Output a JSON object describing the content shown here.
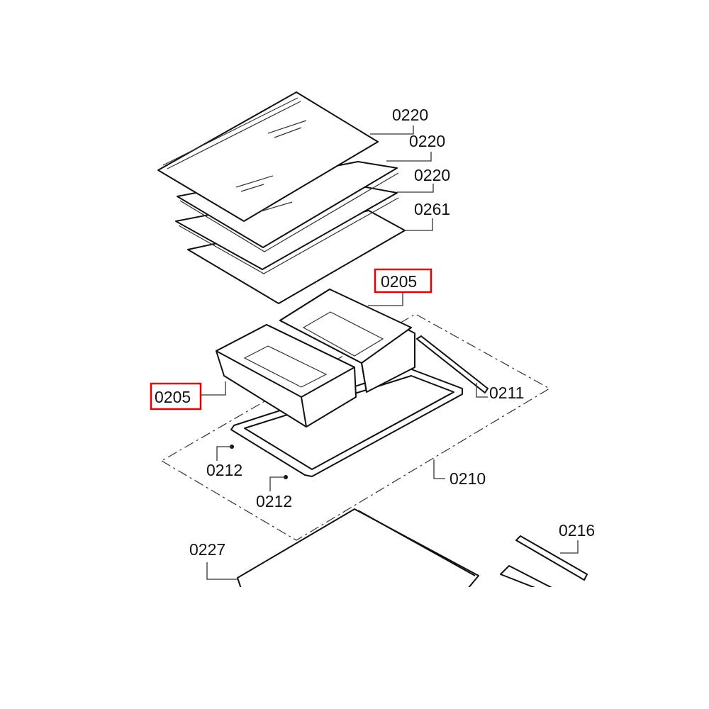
{
  "diagram": {
    "title": "Refrigerator shelves and drawers exploded view",
    "highlight_color": "#e00000",
    "labels": {
      "shelf_1": "0220",
      "shelf_2": "0220",
      "shelf_3": "0220",
      "glass_plate": "0261",
      "drawer_right": "0205",
      "drawer_left": "0205",
      "rail": "0211",
      "drawer_frame": "0210",
      "pin_1": "0212",
      "pin_2": "0212",
      "bottom_shelf": "0227",
      "side_rail": "0216"
    }
  }
}
